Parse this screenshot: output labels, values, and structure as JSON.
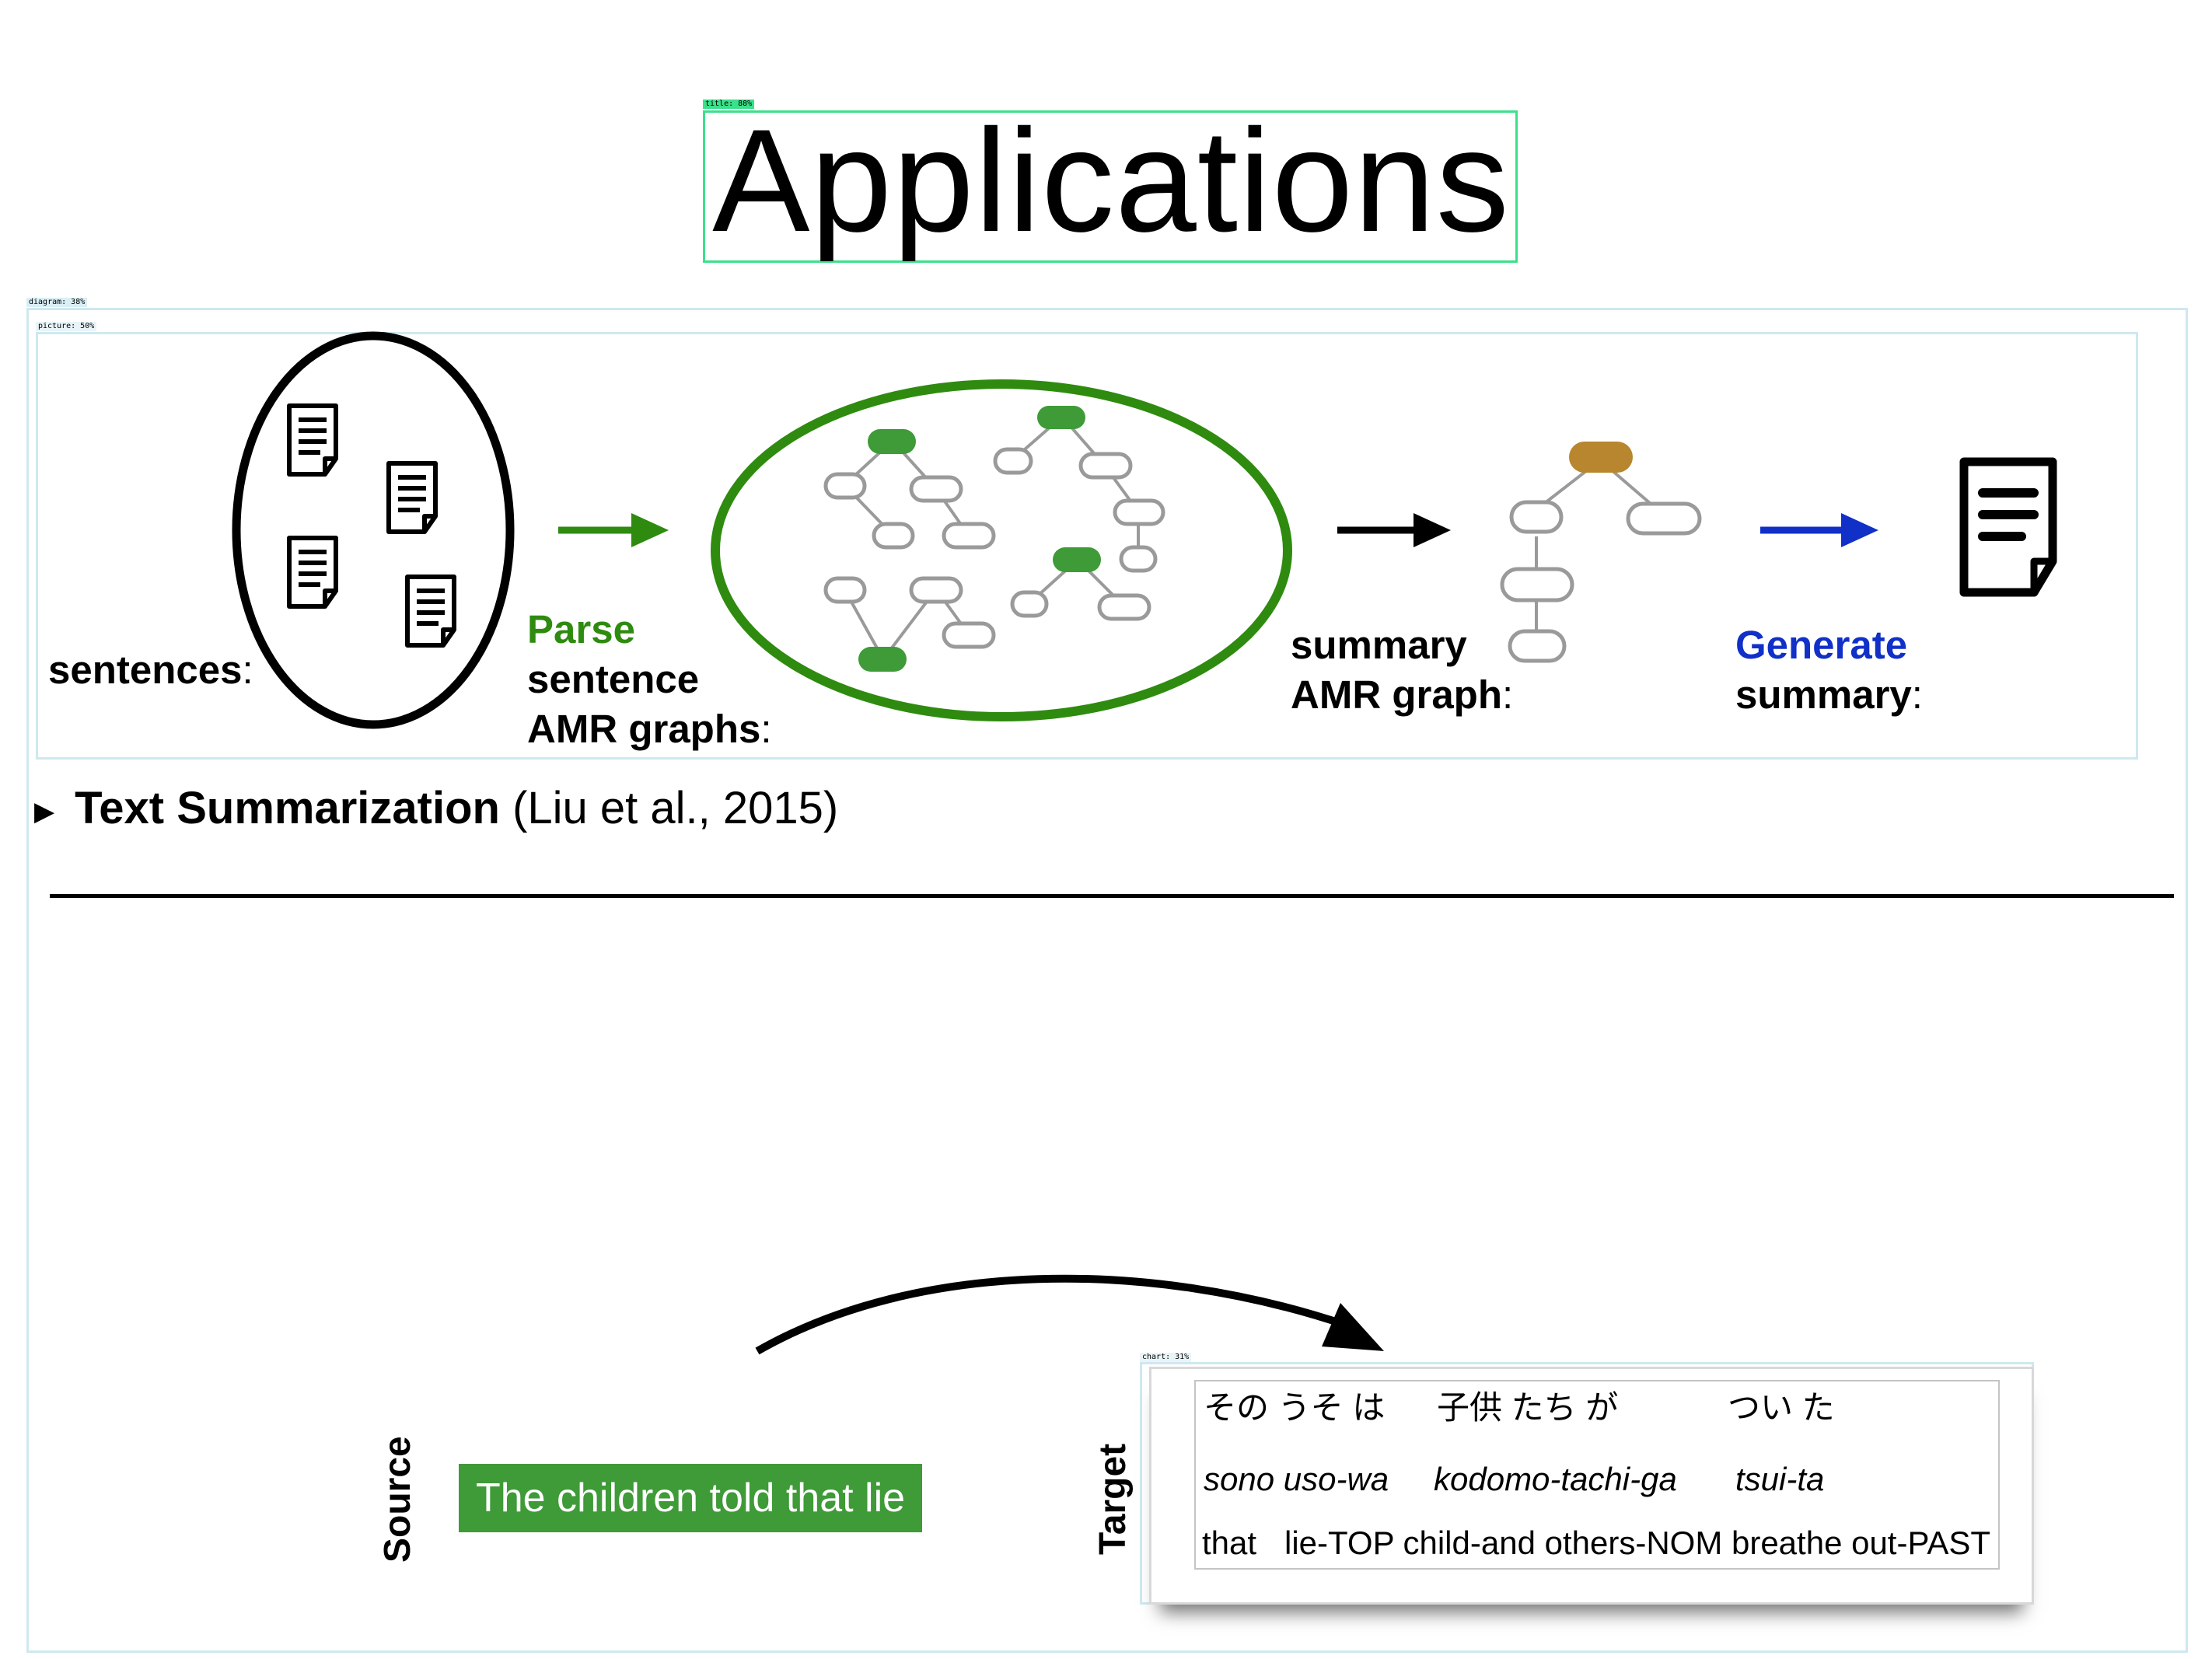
{
  "title": "Applications",
  "detections": {
    "title_tag": "title: 88%",
    "diagram_tag": "diagram: 38%",
    "picture_tag": "picture: 50%",
    "chart_tag": "chart: 31%"
  },
  "summarization": {
    "sentences_label": "sentences",
    "parse_word": "Parse",
    "parse_rest_1": "sentence",
    "parse_rest_2": "AMR graphs",
    "summary_graph_1": "summary",
    "summary_graph_2": "AMR graph",
    "generate_word": "Generate",
    "generate_rest": "summary",
    "colon": ":"
  },
  "bullet": {
    "bold": "Text Summarization",
    "rest": "(Liu et al., 2015)"
  },
  "translation": {
    "source_label": "Source",
    "source_text": "The children told that lie",
    "target_label": "Target",
    "jp_1": "その うそ は",
    "jp_2": "子供 たち が",
    "jp_3": "つい た",
    "rom_1": "sono uso-wa",
    "rom_2": "kodomo-tachi-ga",
    "rom_3": "tsui-ta",
    "gloss_1": "that",
    "gloss_2": "lie-TOP child-and others-NOM breathe out-PAST"
  },
  "colors": {
    "green": "#2e8b0f",
    "blue": "#1030c8",
    "node_green": "#3f9a38",
    "node_gold": "#b8862e",
    "detect_title": "#3be08a",
    "detect_other": "#bfe4ef"
  }
}
